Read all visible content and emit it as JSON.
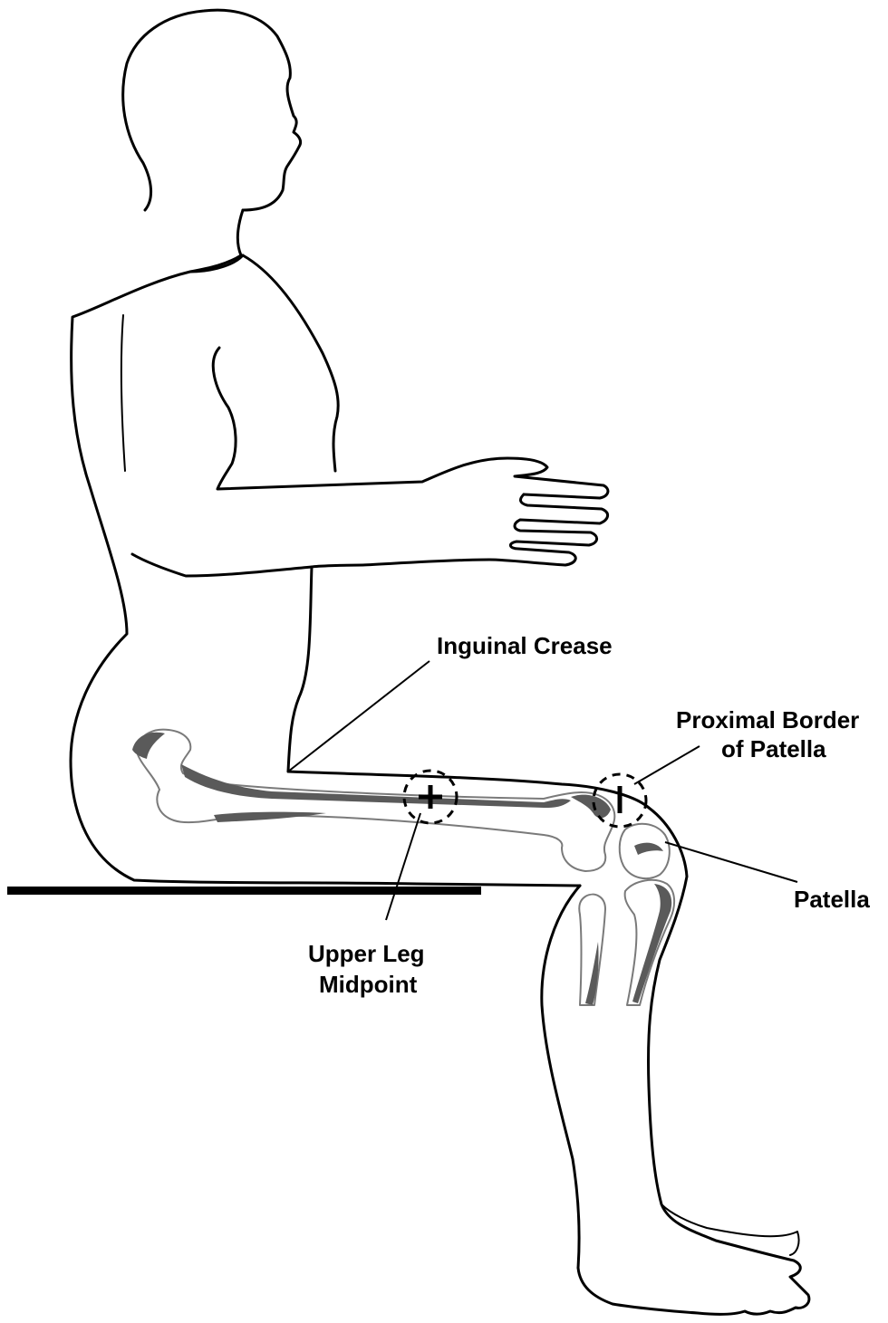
{
  "labels": {
    "inguinal_crease": "Inguinal Crease",
    "proximal_border_line1": "Proximal Border",
    "proximal_border_line2": "of Patella",
    "patella": "Patella",
    "upper_leg_line1": "Upper Leg",
    "upper_leg_line2": "Midpoint"
  },
  "markers": {
    "upper_leg_midpoint_symbol": "plus",
    "proximal_border_symbol": "vertical-bar"
  },
  "colors": {
    "outline": "#000000",
    "bone_outline": "#7a7a7a",
    "bone_shading": "#5a5a5a",
    "background": "#ffffff"
  }
}
